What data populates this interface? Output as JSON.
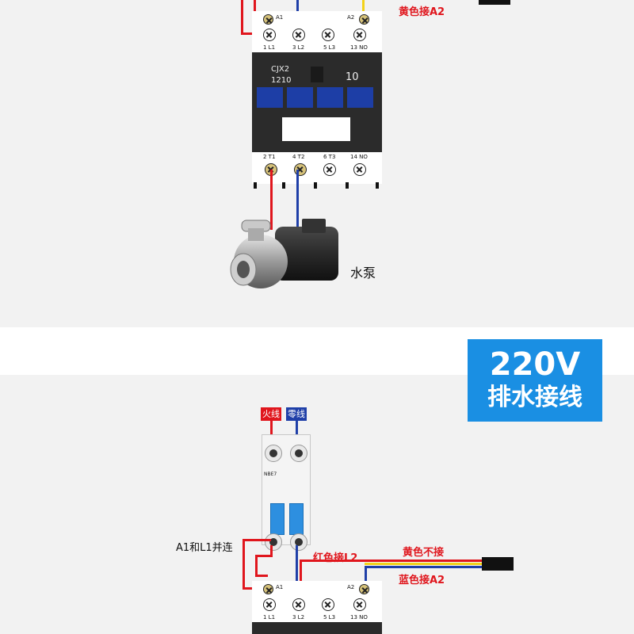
{
  "colors": {
    "live": "#e0161d",
    "neutral": "#1f3fa8",
    "yellow": "#f3d21a",
    "title_bg": "#1a8fe3"
  },
  "top_section": {
    "yellow_to_a2_label": "黄色接A2",
    "contactor": {
      "model_line1": "CJX2",
      "model_line2": "1210",
      "code": "10"
    },
    "top_terminals": [
      "1 L1",
      "3 L2",
      "5 L3",
      "13 NO"
    ],
    "coil_labels": [
      "A1",
      "A2"
    ],
    "bottom_terminals": [
      "2 T1",
      "4 T2",
      "6 T3",
      "14 NO"
    ],
    "pump_label": "水泵"
  },
  "title": {
    "voltage": "220V",
    "subtitle": "排水接线"
  },
  "bottom_section": {
    "live_tag": "火线",
    "neutral_tag": "零线",
    "breaker_text": "NBE7",
    "a1_l1_label": "A1和L1并连",
    "red_to_l2_label": "红色接L2",
    "yellow_not_connected_label": "黄色不接",
    "blue_to_a2_label": "蓝色接A2",
    "contactor_terminals": [
      "1 L1",
      "3 L2",
      "5 L3",
      "13 NO"
    ],
    "coil_labels": [
      "A1",
      "A2"
    ]
  }
}
